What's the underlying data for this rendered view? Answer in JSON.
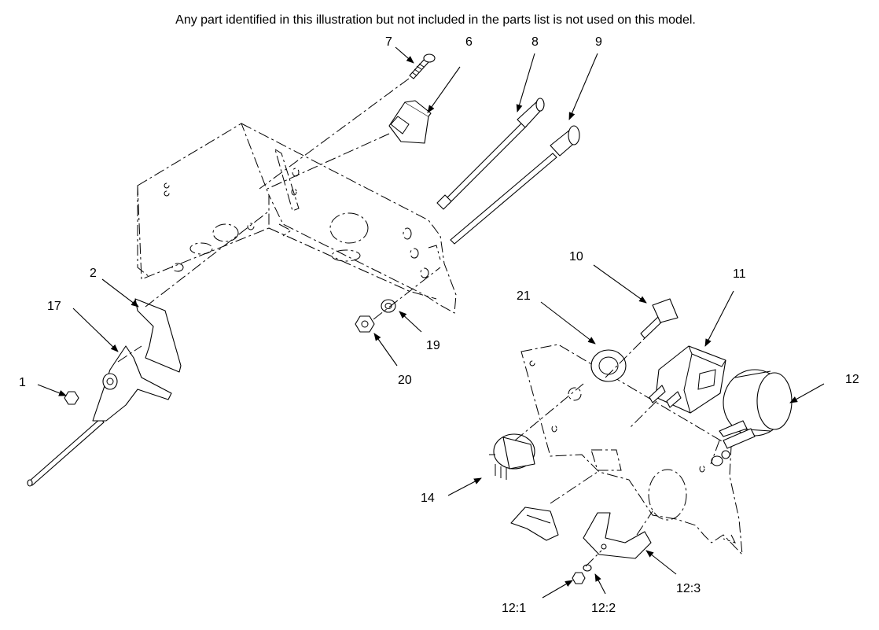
{
  "note": "Any part identified in this illustration but not included in the parts list is not used on this model.",
  "callouts": {
    "c1": "1",
    "c2": "2",
    "c6": "6",
    "c7": "7",
    "c8": "8",
    "c9": "9",
    "c10": "10",
    "c11": "11",
    "c12": "12",
    "c12_1": "12:1",
    "c12_2": "12:2",
    "c12_3": "12:3",
    "c14": "14",
    "c17": "17",
    "c19": "19",
    "c20": "20",
    "c21": "21"
  }
}
